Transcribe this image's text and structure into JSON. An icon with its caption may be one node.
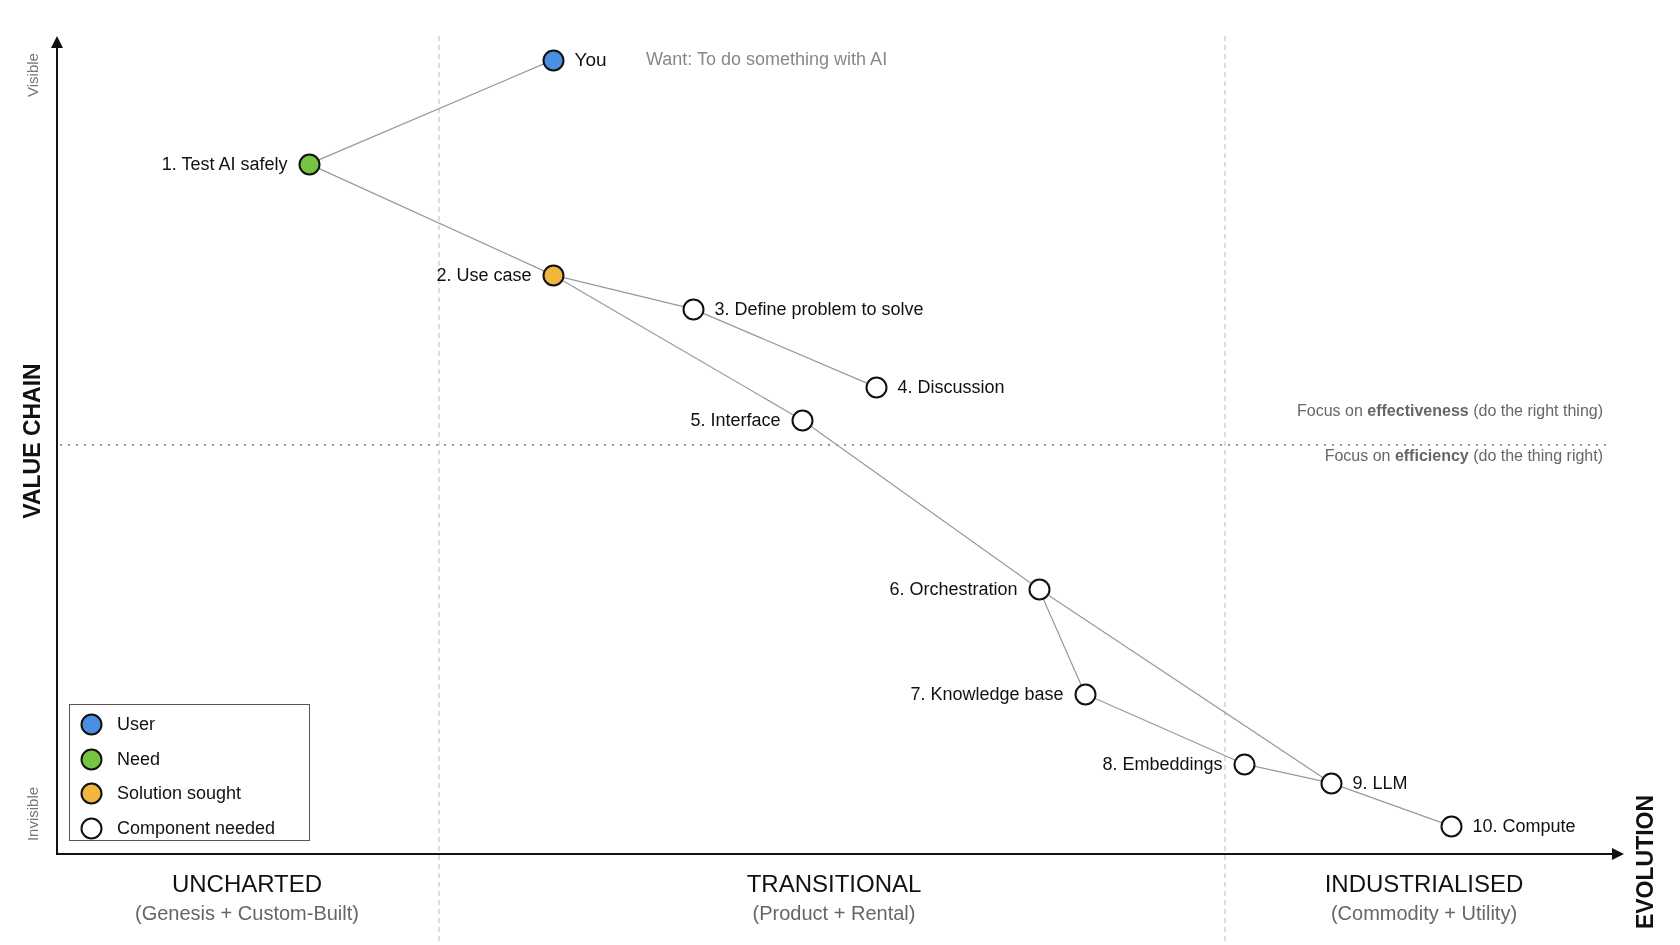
{
  "diagram": {
    "nodes": [
      {
        "text": [
          "You"
        ]
      },
      {
        "text": [
          "1. Test AI safely"
        ]
      },
      {
        "text": [
          "2. Use case"
        ]
      },
      {
        "text": [
          "3. Define problem to solve"
        ]
      },
      {
        "text": [
          "4. Discussion"
        ]
      },
      {
        "text": [
          "5. Interface"
        ]
      },
      {
        "text": [
          "6. Orchestration"
        ]
      },
      {
        "text": [
          "7. Knowledge base"
        ]
      },
      {
        "text": [
          "8. Embeddings"
        ]
      },
      {
        "text": [
          "9. LLM"
        ]
      },
      {
        "text": [
          "10. Compute"
        ]
      }
    ],
    "edges": [
      {
        "from": 0,
        "to": 1,
        "arrow": "none"
      },
      {
        "from": 1,
        "to": 2,
        "arrow": "none"
      },
      {
        "from": 2,
        "to": 3,
        "arrow": "none"
      },
      {
        "from": 2,
        "to": 5,
        "arrow": "none"
      },
      {
        "from": 3,
        "to": 4,
        "arrow": "none"
      },
      {
        "from": 5,
        "to": 6,
        "arrow": "none"
      },
      {
        "from": 6,
        "to": 7,
        "arrow": "none"
      },
      {
        "from": 6,
        "to": 9,
        "arrow": "none"
      },
      {
        "from": 7,
        "to": 8,
        "arrow": "none"
      },
      {
        "from": 8,
        "to": 9,
        "arrow": "none"
      },
      {
        "from": 9,
        "to": 10,
        "arrow": "none"
      }
    ],
    "labels": [
      "Want: To do something with AI",
      "Visible",
      "VALUE CHAIN",
      "Invisible",
      "Focus on **effectiveness** (do the right thing)",
      "Focus on **efficiency** (do the thing right)",
      "UNCHARTED",
      "(Genesis + Custom-Built)",
      "TRANSITIONAL",
      "(Product + Rental)",
      "INDUSTRIALISED",
      "(Commodity + Utility)",
      "EVOLUTION"
    ],
    "legend": [
      {
        "text": "User",
        "color": "#4a90e2"
      },
      {
        "text": "Need",
        "color": "#76c442"
      },
      {
        "text": "Solution sought",
        "color": "#f2b53d"
      },
      {
        "text": "Component needed",
        "color": "#ffffff"
      }
    ]
  }
}
